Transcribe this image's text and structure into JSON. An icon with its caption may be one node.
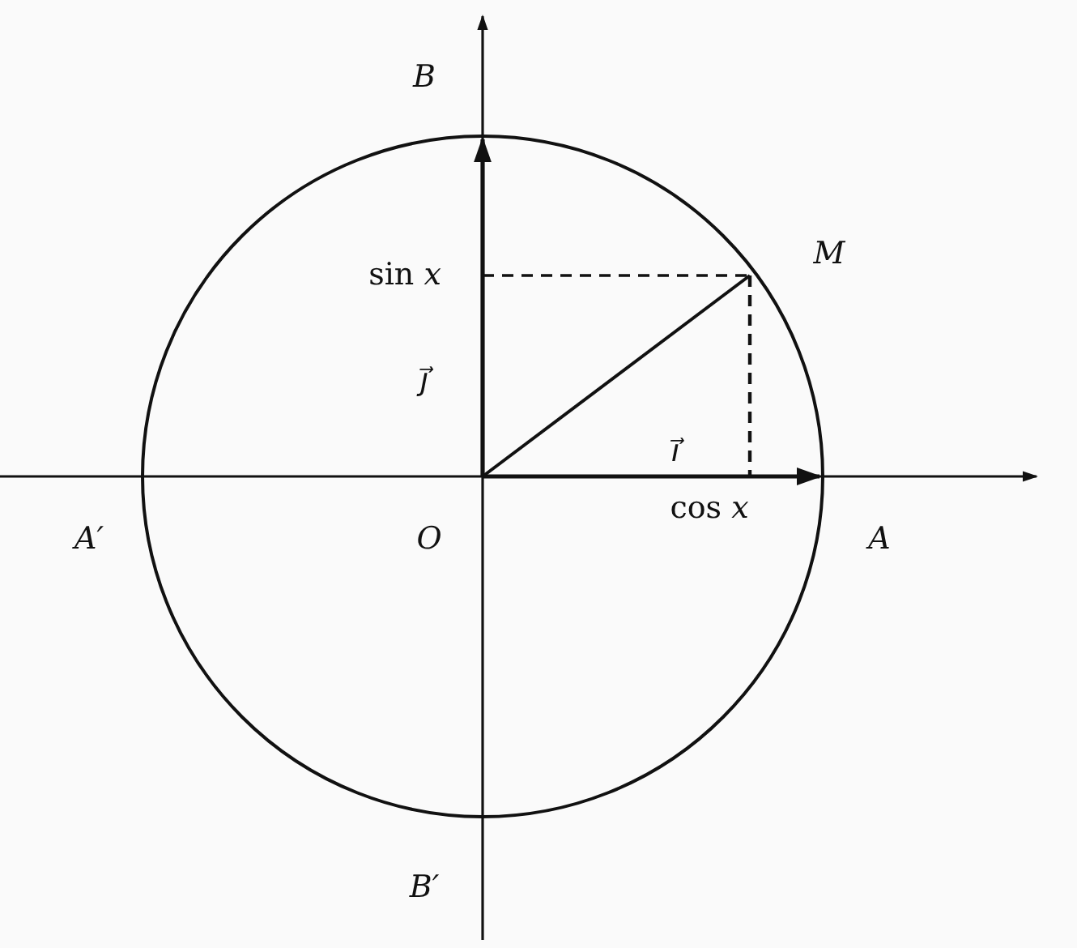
{
  "diagram": {
    "labels": [
      "B",
      "sin *x*",
      "M",
      "j⃗",
      "i⃗",
      "cos *x*",
      "A′",
      "O",
      "A",
      "B′"
    ]
  }
}
